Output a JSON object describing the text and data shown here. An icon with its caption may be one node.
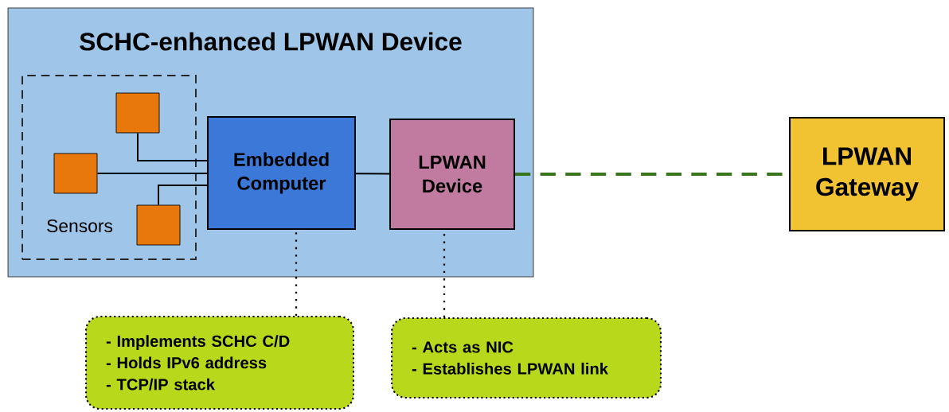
{
  "diagram": {
    "nodes": [
      {
        "text": [
          "SCHC-enhanced LPWAN Device"
        ]
      },
      {
        "text": [
          "Sensors"
        ],
        "in": 0
      },
      {
        "text": [],
        "shape": "box",
        "in": 1
      },
      {
        "text": [],
        "shape": "box",
        "in": 1
      },
      {
        "text": [],
        "shape": "box",
        "in": 1
      },
      {
        "text": [
          "Embedded Computer"
        ],
        "in": 0
      },
      {
        "text": [
          "LPWAN Device"
        ],
        "in": 0
      },
      {
        "text": [
          "LPWAN Gateway"
        ]
      },
      {
        "text": [
          "- Implements SCHC C/D",
          "- Holds IPv6 address",
          "- TCP/IP stack"
        ]
      },
      {
        "text": [
          "- Acts as NIC",
          "- Establishes LPWAN link"
        ]
      }
    ],
    "edges": [
      {
        "from": 2,
        "to": 5,
        "arrow": "none"
      },
      {
        "from": 3,
        "to": 5,
        "arrow": "none"
      },
      {
        "from": 4,
        "to": 5,
        "arrow": "none"
      },
      {
        "from": 5,
        "to": 6,
        "arrow": "none"
      },
      {
        "from": 6,
        "to": 7,
        "arrow": "none",
        "style": "dashed",
        "color": "#38761d"
      },
      {
        "from": 8,
        "to": 5,
        "arrow": "none",
        "style": "dashed"
      },
      {
        "from": 9,
        "to": 6,
        "arrow": "none",
        "style": "dashed"
      }
    ]
  }
}
